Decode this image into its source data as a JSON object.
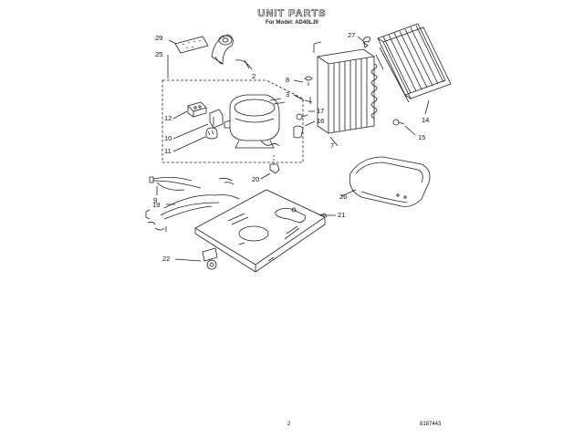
{
  "header": {
    "title": "UNIT PARTS",
    "model": "For Model: AD40LJ0"
  },
  "callouts": [
    {
      "id": "c29",
      "label": "29"
    },
    {
      "id": "c25",
      "label": "25"
    },
    {
      "id": "c2",
      "label": "2"
    },
    {
      "id": "c27",
      "label": "27"
    },
    {
      "id": "c8",
      "label": "8"
    },
    {
      "id": "c3",
      "label": "3"
    },
    {
      "id": "c17",
      "label": "17"
    },
    {
      "id": "c16",
      "label": "16"
    },
    {
      "id": "c12",
      "label": "12"
    },
    {
      "id": "c10",
      "label": "10"
    },
    {
      "id": "c11",
      "label": "11"
    },
    {
      "id": "c7",
      "label": "7"
    },
    {
      "id": "c14",
      "label": "14"
    },
    {
      "id": "c15",
      "label": "15"
    },
    {
      "id": "c20",
      "label": "20"
    },
    {
      "id": "c9",
      "label": "9"
    },
    {
      "id": "c19",
      "label": "19"
    },
    {
      "id": "c26",
      "label": "26"
    },
    {
      "id": "c21",
      "label": "21"
    },
    {
      "id": "c22",
      "label": "22"
    }
  ],
  "footer": {
    "page_number": "2",
    "doc_code": "8187443"
  }
}
